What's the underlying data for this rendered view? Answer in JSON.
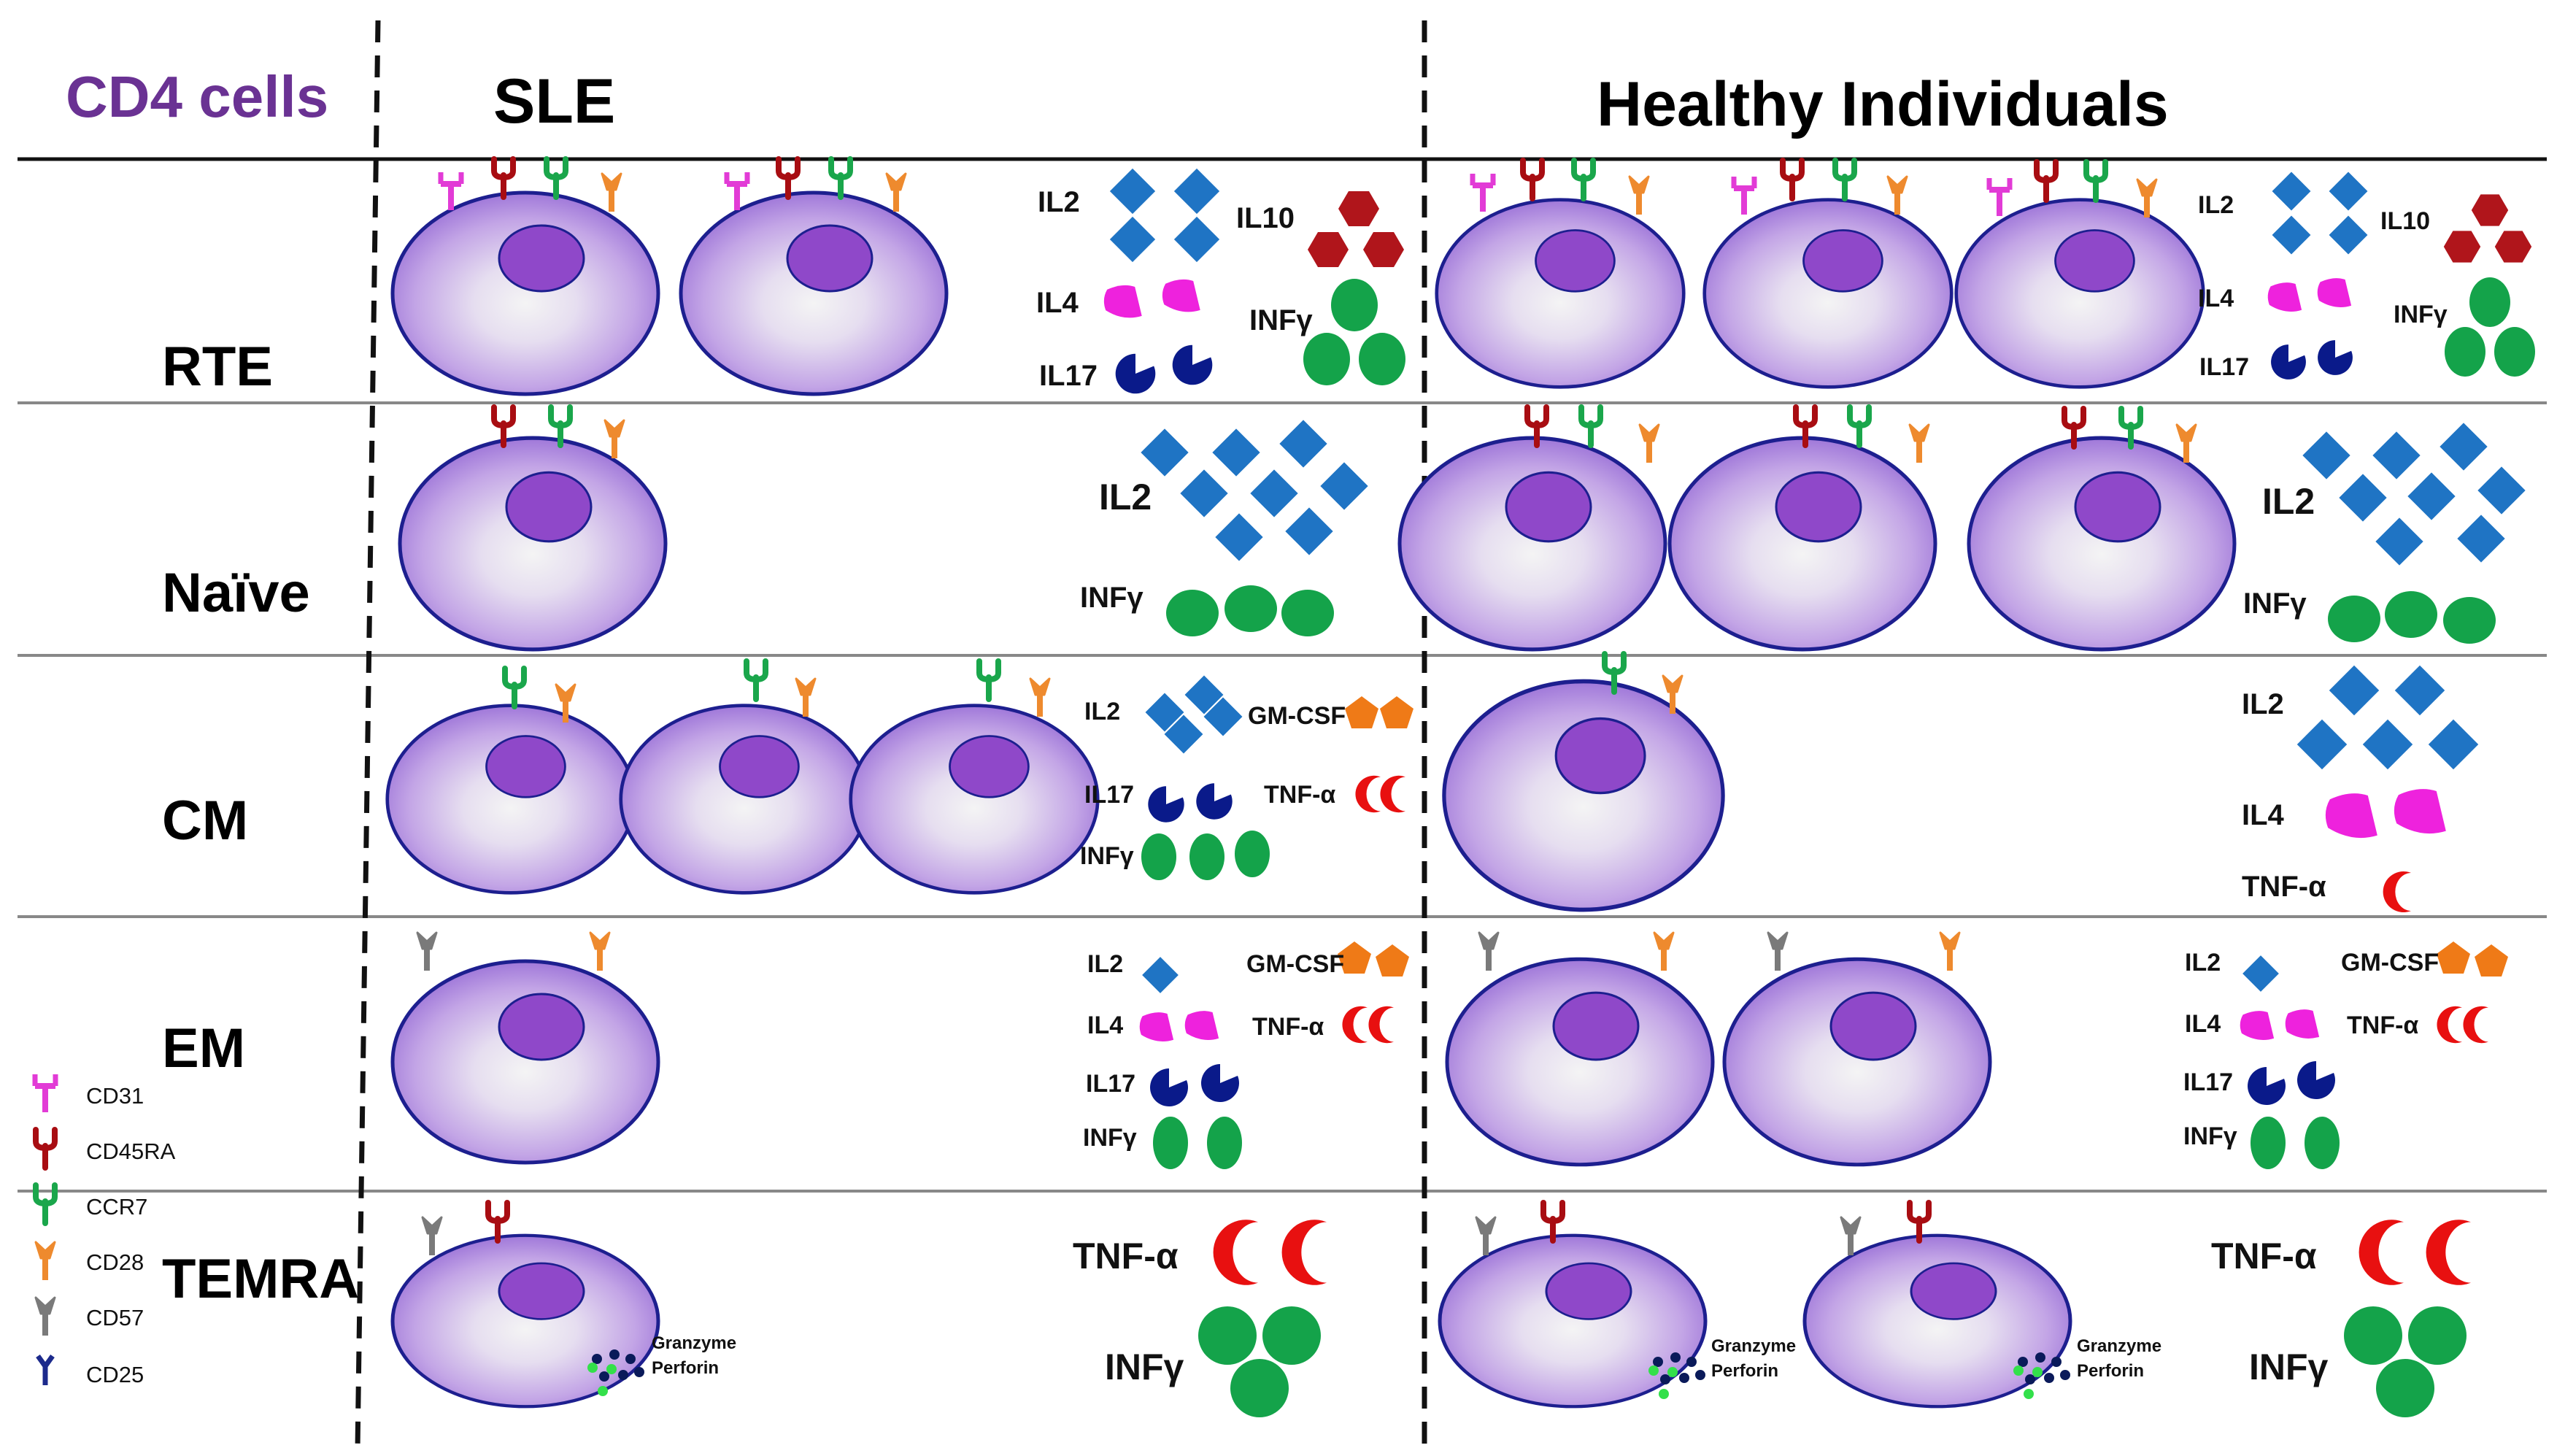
{
  "header": {
    "cd4_label": "CD4 cells",
    "sle_label": "SLE",
    "healthy_label": "Healthy Individuals"
  },
  "rows": [
    {
      "key": "rte",
      "label": "RTE"
    },
    {
      "key": "naive",
      "label": "Naïve"
    },
    {
      "key": "cm",
      "label": "CM"
    },
    {
      "key": "em",
      "label": "EM"
    },
    {
      "key": "temra",
      "label": "TEMRA"
    }
  ],
  "legend": [
    {
      "marker": "CD31",
      "color": "#e23bd6"
    },
    {
      "marker": "CD45RA",
      "color": "#a80d12"
    },
    {
      "marker": "CCR7",
      "color": "#1aa64b"
    },
    {
      "marker": "CD28",
      "color": "#ee8a2e"
    },
    {
      "marker": "CD57",
      "color": "#7a7a7a"
    },
    {
      "marker": "CD25",
      "color": "#1c2a8c"
    }
  ],
  "cytokines": {
    "il2": "IL2",
    "il4": "IL4",
    "il10": "IL10",
    "il17": "IL17",
    "infg": "INFγ",
    "gmcsf": "GM-CSF",
    "tnfa": "TNF-α"
  },
  "granules": {
    "line1": "Granzyme",
    "line2": "Perforin"
  },
  "colors": {
    "il2": "#1f74c4",
    "il4": "#ee22dd",
    "il10": "#b0151b",
    "il17": "#0a1a8a",
    "infg": "#14a34a",
    "gmcsf": "#ef7a17",
    "tnfa": "#e81010",
    "cell_edge": "#1d1f8f",
    "nucleus": "#8f48c9",
    "header_purple": "#6a3293"
  }
}
